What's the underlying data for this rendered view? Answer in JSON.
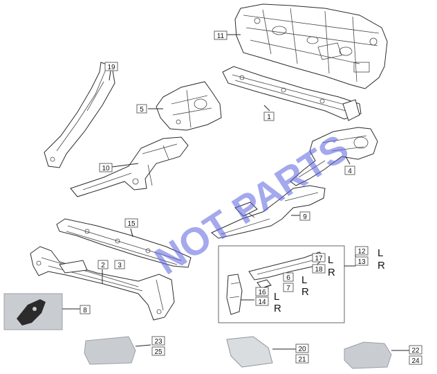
{
  "watermark": "NOT PARTS",
  "callouts": [
    {
      "id": "c1",
      "label": "1"
    },
    {
      "id": "c2",
      "label": "2"
    },
    {
      "id": "c3",
      "label": "3"
    },
    {
      "id": "c4",
      "label": "4"
    },
    {
      "id": "c5",
      "label": "5"
    },
    {
      "id": "c6",
      "label": "6"
    },
    {
      "id": "c7",
      "label": "7"
    },
    {
      "id": "c8",
      "label": "8"
    },
    {
      "id": "c9",
      "label": "9"
    },
    {
      "id": "c10",
      "label": "10"
    },
    {
      "id": "c11",
      "label": "11"
    },
    {
      "id": "c12",
      "label": "12"
    },
    {
      "id": "c13",
      "label": "13"
    },
    {
      "id": "c14",
      "label": "14"
    },
    {
      "id": "c15",
      "label": "15"
    },
    {
      "id": "c16",
      "label": "16"
    },
    {
      "id": "c17",
      "label": "17"
    },
    {
      "id": "c18",
      "label": "18"
    },
    {
      "id": "c19",
      "label": "19"
    },
    {
      "id": "c20",
      "label": "20"
    },
    {
      "id": "c21",
      "label": "21"
    },
    {
      "id": "c22",
      "label": "22"
    },
    {
      "id": "c23",
      "label": "23"
    },
    {
      "id": "c24",
      "label": "24"
    },
    {
      "id": "c25",
      "label": "25"
    }
  ],
  "side_marks": {
    "left": "L",
    "right": "R"
  }
}
